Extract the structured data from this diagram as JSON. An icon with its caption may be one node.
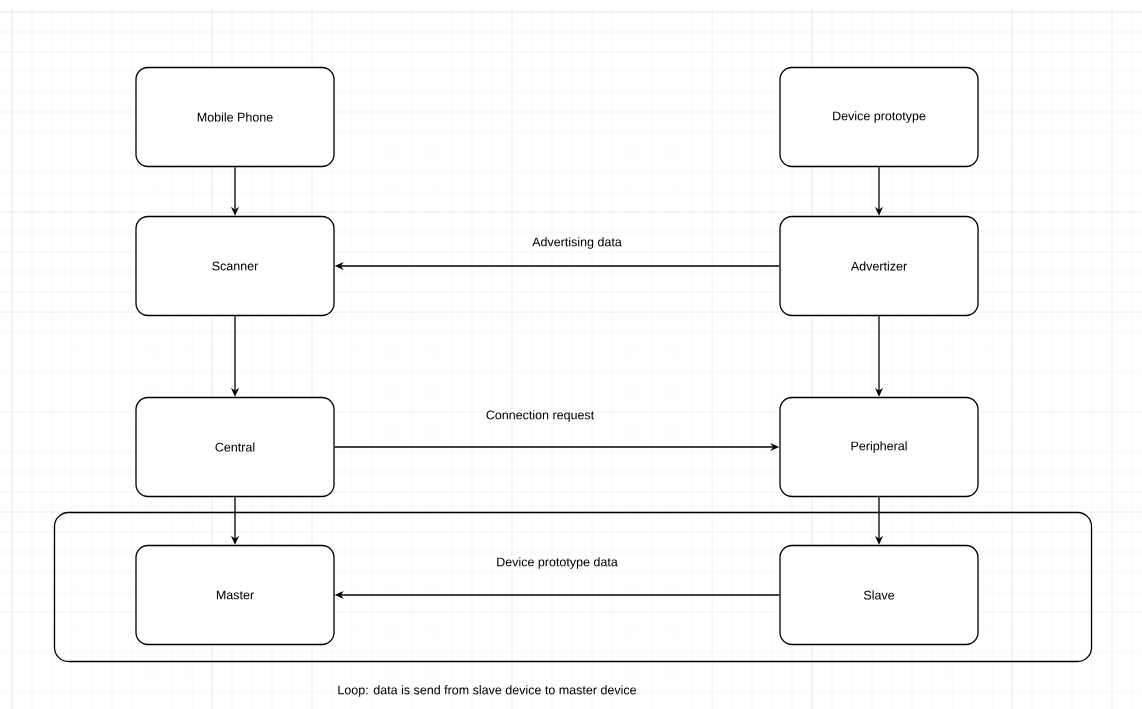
{
  "diagram": {
    "nodes": [
      {
        "text": [
          "Mobile Phone"
        ]
      },
      {
        "text": [
          "Device prototype"
        ]
      },
      {
        "text": [
          "Scanner"
        ]
      },
      {
        "text": [
          "Advertizer"
        ]
      },
      {
        "text": [
          "Central"
        ]
      },
      {
        "text": [
          "Peripheral"
        ]
      },
      {
        "text": [
          "Loop: data is send from slave device to master device"
        ]
      },
      {
        "text": [
          "Master"
        ],
        "in": 6
      },
      {
        "text": [
          "Slave"
        ],
        "in": 6
      }
    ],
    "edges": [
      {
        "from": 0,
        "to": 2,
        "arrow": "to"
      },
      {
        "from": 1,
        "to": 3,
        "arrow": "to"
      },
      {
        "from": 3,
        "to": 2,
        "arrow": "to",
        "label": "Advertising data"
      },
      {
        "from": 2,
        "to": 4,
        "arrow": "to"
      },
      {
        "from": 3,
        "to": 5,
        "arrow": "to"
      },
      {
        "from": 4,
        "to": 5,
        "arrow": "to",
        "label": "Connection request"
      },
      {
        "from": 4,
        "to": 7,
        "arrow": "to"
      },
      {
        "from": 5,
        "to": 8,
        "arrow": "to"
      },
      {
        "from": 8,
        "to": 7,
        "arrow": "to",
        "label": "Device prototype data"
      }
    ]
  }
}
